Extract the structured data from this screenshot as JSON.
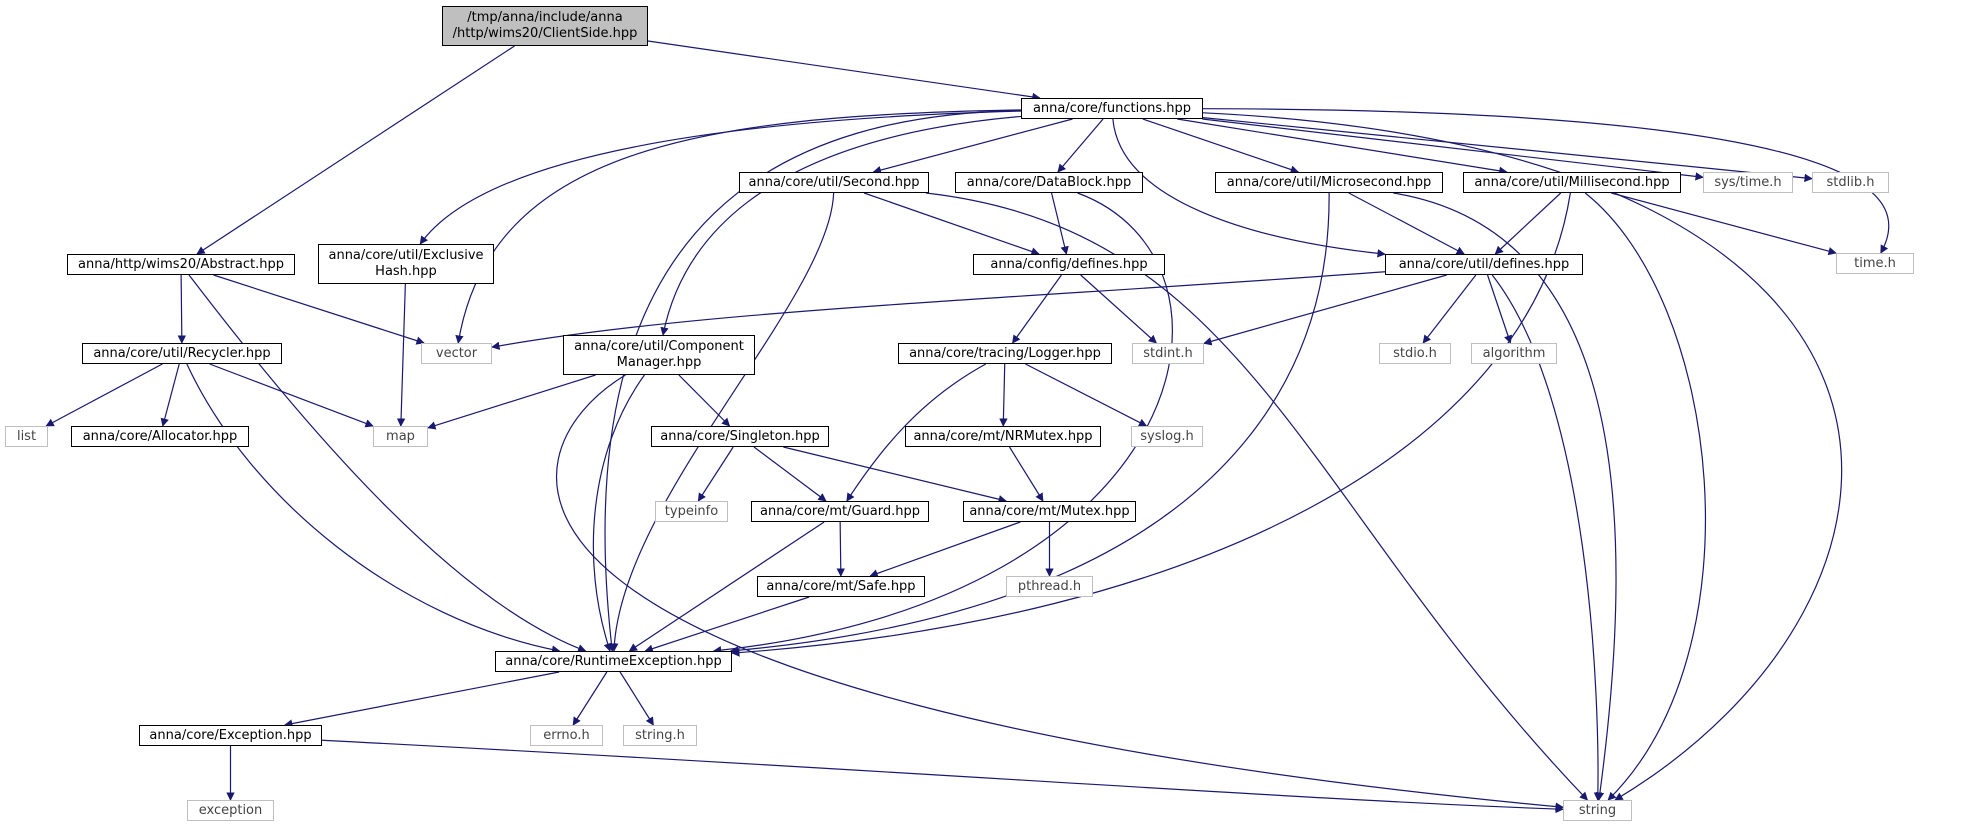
{
  "colors": {
    "edge": "#191970",
    "root_fill": "#bfbfbf",
    "external_border": "#bfbfbf",
    "node_border": "#000000"
  },
  "nodes": {
    "root": "/tmp/anna/include/anna\n/http/wims20/ClientSide.hpp",
    "functions": "anna/core/functions.hpp",
    "abstract": "anna/http/wims20/Abstract.hpp",
    "exclusive_hash": "anna/core/util/Exclusive\nHash.hpp",
    "second": "anna/core/util/Second.hpp",
    "datablock": "anna/core/DataBlock.hpp",
    "microsecond": "anna/core/util/Microsecond.hpp",
    "millisecond": "anna/core/util/Millisecond.hpp",
    "sys_time": "sys/time.h",
    "stdlib": "stdlib.h",
    "time_h": "time.h",
    "config_defines": "anna/config/defines.hpp",
    "util_defines": "anna/core/util/defines.hpp",
    "recycler": "anna/core/util/Recycler.hpp",
    "vector": "vector",
    "component_manager": "anna/core/util/Component\nManager.hpp",
    "logger": "anna/core/tracing/Logger.hpp",
    "stdint": "stdint.h",
    "stdio": "stdio.h",
    "algorithm": "algorithm",
    "list": "list",
    "allocator": "anna/core/Allocator.hpp",
    "map": "map",
    "singleton": "anna/core/Singleton.hpp",
    "nrmutex": "anna/core/mt/NRMutex.hpp",
    "syslog": "syslog.h",
    "typeinfo": "typeinfo",
    "guard": "anna/core/mt/Guard.hpp",
    "mutex": "anna/core/mt/Mutex.hpp",
    "safe": "anna/core/mt/Safe.hpp",
    "pthread": "pthread.h",
    "runtime_exception": "anna/core/RuntimeException.hpp",
    "exception_hpp": "anna/core/Exception.hpp",
    "errno": "errno.h",
    "string_h": "string.h",
    "exception": "exception",
    "string": "string"
  }
}
